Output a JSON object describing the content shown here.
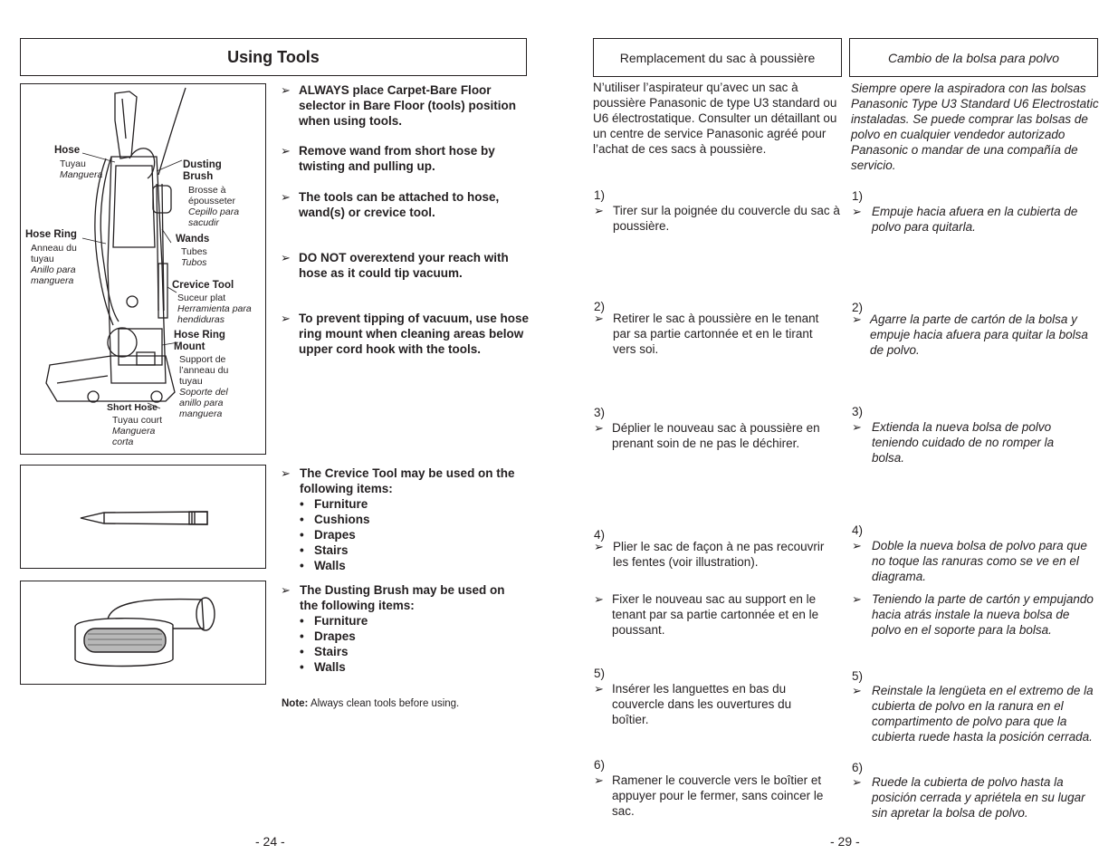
{
  "left": {
    "title": "Using Tools",
    "diagram_labels": {
      "hose": {
        "en": "Hose",
        "fr": "Tuyau",
        "es": "Manguera"
      },
      "dusting_brush": {
        "en": "Dusting Brush",
        "fr": "Brosse à épousseter",
        "es": "Cepillo para sacudir"
      },
      "hose_ring": {
        "en": "Hose Ring",
        "fr": "Anneau du tuyau",
        "es": "Anillo para manguera"
      },
      "wands": {
        "en": "Wands",
        "fr": "Tubes",
        "es": "Tubos"
      },
      "crevice_tool": {
        "en": "Crevice Tool",
        "fr": "Suceur plat",
        "es": "Herramienta para hendiduras"
      },
      "hose_ring_mount": {
        "en": "Hose Ring Mount",
        "fr": "Support de l’anneau du tuyau",
        "es": "Soporte del anillo para manguera"
      },
      "short_hose": {
        "en": "Short Hose",
        "fr": "Tuyau court",
        "es": "Manguera corta"
      }
    },
    "instructions": [
      "ALWAYS place Carpet-Bare Floor selector in Bare Floor (tools) position when using tools.",
      "Remove wand from short hose by twisting and pulling up.",
      "The tools can be attached to hose, wand(s) or crevice tool.",
      "DO NOT overextend your reach with hose as it could tip vacuum.",
      "To prevent tipping of vacuum, use hose ring mount when cleaning areas below upper cord hook with the tools."
    ],
    "crevice": {
      "intro": "The Crevice Tool may be used on the following items:",
      "items": [
        "Furniture",
        "Cushions",
        "Drapes",
        "Stairs",
        "Walls"
      ]
    },
    "brush": {
      "intro": "The Dusting Brush may be used on the following items:",
      "items": [
        "Furniture",
        "Drapes",
        "Stairs",
        "Walls"
      ]
    },
    "note_label": "Note:",
    "note_text": "Always clean tools before using.",
    "page_number": "- 24 -"
  },
  "french": {
    "title": "Remplacement du sac à poussière",
    "intro": "N’utiliser l’aspirateur qu’avec un sac à poussière Panasonic de type U3 standard ou U6 électrostatique. Consulter un détaillant ou un centre de service Panasonic agréé pour l’achat de ces sacs à poussière.",
    "steps": [
      {
        "num": "1)",
        "text": "Tirer sur la poignée du couvercle du sac à poussière."
      },
      {
        "num": "2)",
        "text": "Retirer le sac à poussière en le tenant par sa partie cartonnée et en le tirant vers soi."
      },
      {
        "num": "3)",
        "text": "Déplier le nouveau sac à poussière en prenant soin de ne pas le déchirer."
      },
      {
        "num": "4)",
        "text": "Plier le sac de façon à ne pas recouvrir les fentes (voir illustration).",
        "text2": "Fixer le nouveau sac au support en le tenant par sa partie cartonnée et en le poussant."
      },
      {
        "num": "5)",
        "text": "Insérer les languettes en bas du couvercle dans les ouvertures du boîtier."
      },
      {
        "num": "6)",
        "text": "Ramener le couvercle vers le boîtier et appuyer pour le fermer, sans coincer le sac."
      }
    ],
    "page_number": "- 29 -"
  },
  "spanish": {
    "title": "Cambio de la bolsa para polvo",
    "intro": "Siempre opere la aspiradora con las bolsas Panasonic Type U3 Standard U6 Electrostatic instaladas. Se puede comprar las bolsas de polvo en cualquier vendedor autorizado Panasonic o mandar de una compañía de servicio.",
    "steps": [
      {
        "num": "1)",
        "text": "Empuje hacia afuera en la cubierta de polvo para quitarla."
      },
      {
        "num": "2)",
        "text": "Agarre la parte de cartón de la bolsa y empuje hacia afuera para quitar la bolsa de polvo."
      },
      {
        "num": "3)",
        "text": "Extienda la nueva bolsa de polvo teniendo cuidado de no romper la bolsa."
      },
      {
        "num": "4)",
        "text": "Doble la nueva bolsa de polvo para que no toque las ranuras como se ve en el diagrama.",
        "text2": "Teniendo la parte de cartón y empujando hacia atrás instale la nueva bolsa de polvo en el soporte para la bolsa."
      },
      {
        "num": "5)",
        "text": "Reinstale la lengüeta en el extremo de la cubierta de polvo en la ranura en el compartimento de polvo para que la cubierta ruede hasta la posición cerrada."
      },
      {
        "num": "6)",
        "text": "Ruede la cubierta de polvo hasta la posición cerrada y apriétela en su lugar sin apretar la bolsa de polvo."
      }
    ]
  }
}
